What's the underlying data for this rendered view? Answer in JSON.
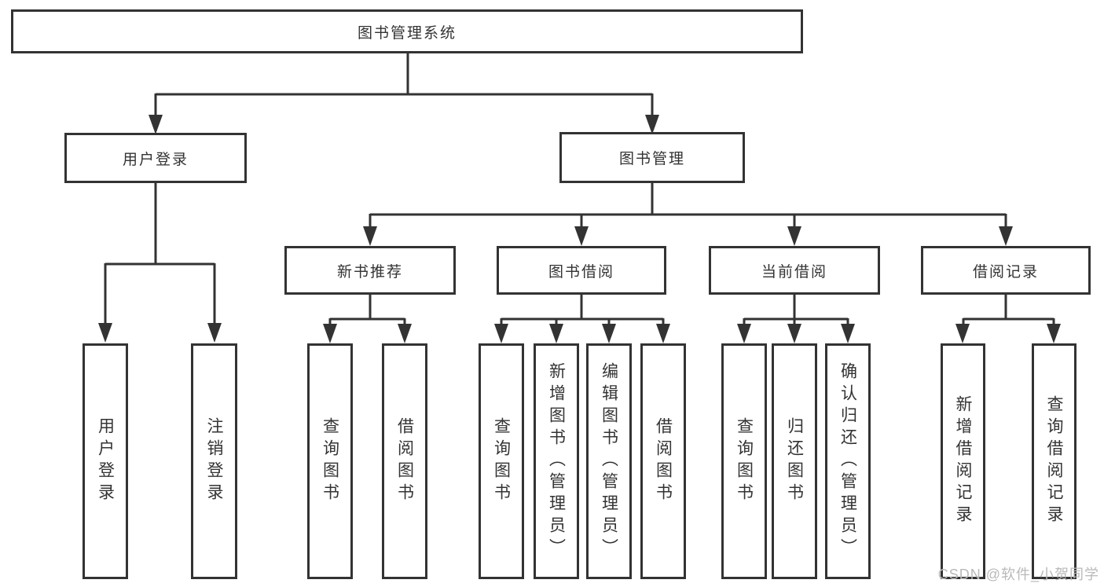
{
  "diagram": {
    "title": "图书管理系统",
    "colors": {
      "line": "#333333",
      "box_border": "#333333",
      "box_background": "#ffffff",
      "text": "#333333",
      "watermark_text_color": "#b9b9b9",
      "background": "#ffffff"
    },
    "nodes": {
      "root": {
        "label": "图书管理系统"
      },
      "userLogin": {
        "label": "用户登录"
      },
      "bookMgmt": {
        "label": "图书管理"
      },
      "login": {
        "label": "用户登录"
      },
      "logout": {
        "label": "注销登录"
      },
      "newBookRec": {
        "label": "新书推荐"
      },
      "bookBorrow": {
        "label": "图书借阅"
      },
      "currentBorrow": {
        "label": "当前借阅"
      },
      "borrowRecords": {
        "label": "借阅记录"
      },
      "nbQuery": {
        "label": "查询图书"
      },
      "nbBorrow": {
        "label": "借阅图书"
      },
      "bbQuery": {
        "label": "查询图书"
      },
      "bbAdd": {
        "label": "新增图书（管理员）"
      },
      "bbEdit": {
        "label": "编辑图书（管理员）"
      },
      "bbBorrow": {
        "label": "借阅图书"
      },
      "cbQuery": {
        "label": "查询图书"
      },
      "cbReturn": {
        "label": "归还图书"
      },
      "cbConfirm": {
        "label": "确认归还（管理员）"
      },
      "brAdd": {
        "label": "新增借阅记录"
      },
      "brQuery": {
        "label": "查询借阅记录"
      }
    },
    "watermark": {
      "text": "CSDN @软件_小贺同学"
    }
  }
}
